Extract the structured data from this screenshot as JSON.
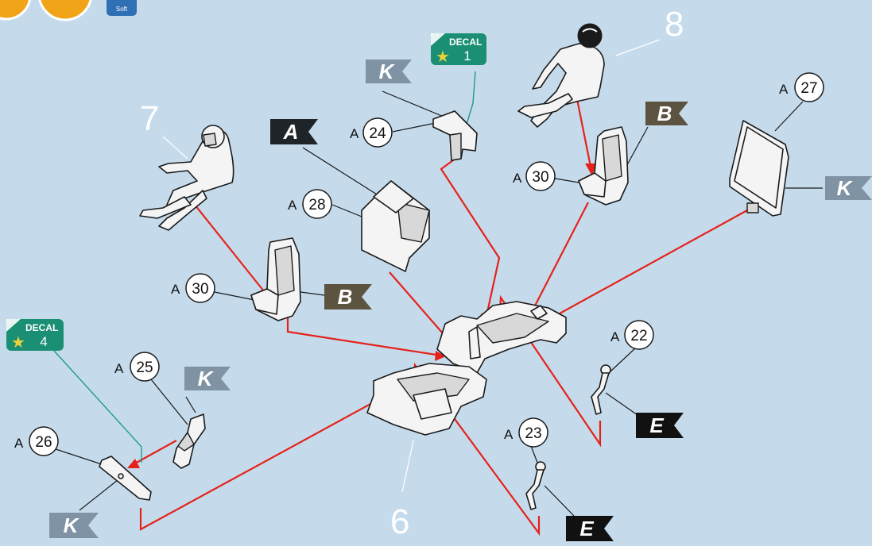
{
  "steps": [
    "6",
    "7",
    "8"
  ],
  "part_callouts": [
    {
      "sprue": "A",
      "number": "24"
    },
    {
      "sprue": "A",
      "number": "28"
    },
    {
      "sprue": "A",
      "number": "30"
    },
    {
      "sprue": "A",
      "number": "30"
    },
    {
      "sprue": "A",
      "number": "27"
    },
    {
      "sprue": "A",
      "number": "22"
    },
    {
      "sprue": "A",
      "number": "25"
    },
    {
      "sprue": "A",
      "number": "26"
    },
    {
      "sprue": "A",
      "number": "23"
    }
  ],
  "paint_flags": [
    "K",
    "A",
    "B",
    "K",
    "B",
    "K",
    "E",
    "K",
    "E"
  ],
  "decals": [
    {
      "label": "DECAL",
      "number": "1"
    },
    {
      "label": "DECAL",
      "number": "4"
    }
  ],
  "header_badge_text": "Soft",
  "colors": {
    "background": "#c5dbec",
    "assembly_arrow": "#e52219",
    "flag_K": "#7f93a5",
    "flag_A": "#1f2429",
    "flag_B": "#5c5440",
    "flag_E": "#111111",
    "decal": "#1a8f74",
    "header_circle": "#f2a418"
  }
}
